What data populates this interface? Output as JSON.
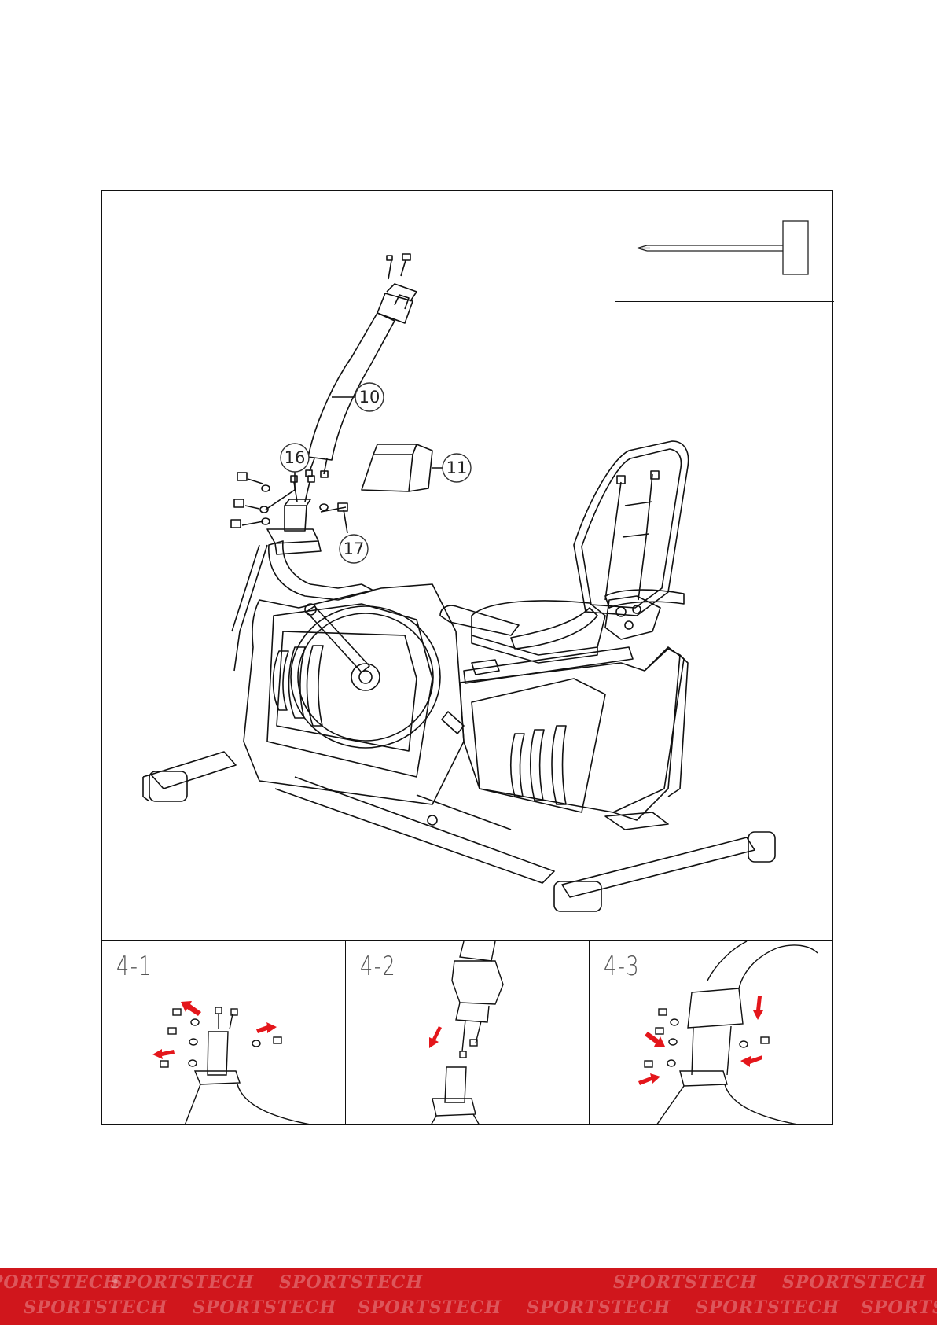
{
  "diagram": {
    "callouts": [
      "10",
      "11",
      "16",
      "17"
    ],
    "substeps": [
      {
        "label": "4-1"
      },
      {
        "label": "4-2"
      },
      {
        "label": "4-3"
      }
    ],
    "tool_icon": "screwdriver-icon",
    "arrow_color": "#e4161b"
  },
  "footer": {
    "brand": "SPORTSTECH",
    "background": "#d0161c"
  }
}
